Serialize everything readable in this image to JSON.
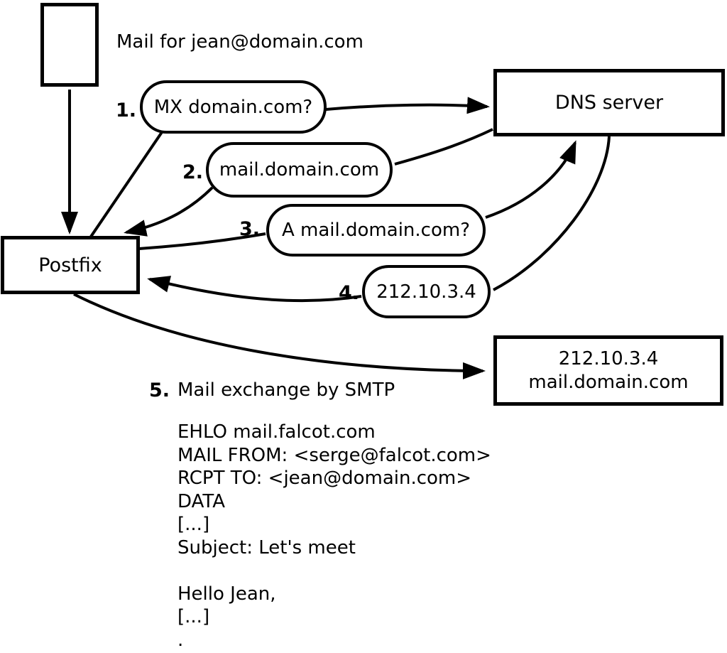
{
  "diagram": {
    "mail_note": "Mail for jean@domain.com",
    "nodes": {
      "postfix": "Postfix",
      "dns_server": "DNS server",
      "mail_server_line1": "212.10.3.4",
      "mail_server_line2": "mail.domain.com"
    },
    "steps": [
      {
        "num": "1.",
        "label": "MX domain.com?"
      },
      {
        "num": "2.",
        "label": "mail.domain.com"
      },
      {
        "num": "3.",
        "label": "A mail.domain.com?"
      },
      {
        "num": "4.",
        "label": "212.10.3.4"
      },
      {
        "num": "5.",
        "label": "Mail exchange by SMTP"
      }
    ],
    "smtp_session": "EHLO mail.falcot.com\nMAIL FROM: <serge@falcot.com>\nRCPT TO: <jean@domain.com>\nDATA\n[...]\nSubject: Let's meet\n\nHello Jean,\n[...]\n.",
    "colors": {
      "ink": "#000000",
      "paper": "#ffffff"
    }
  }
}
